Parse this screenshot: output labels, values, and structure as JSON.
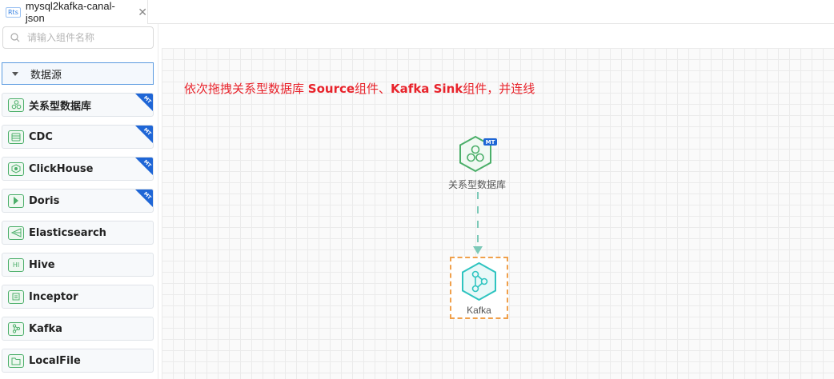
{
  "tab": {
    "badge": "Rts",
    "title": "mysql2kafka-canal-json"
  },
  "sidebar": {
    "search_placeholder": "请输入组件名称",
    "group": {
      "label": "数据源"
    },
    "items": [
      {
        "label": "关系型数据库",
        "badge": "MT",
        "icon": "hexagon-cluster-icon"
      },
      {
        "label": "CDC",
        "badge": "MT",
        "icon": "cdc-icon"
      },
      {
        "label": "ClickHouse",
        "badge": "MT",
        "icon": "clickhouse-icon"
      },
      {
        "label": "Doris",
        "badge": "MT",
        "icon": "doris-icon"
      },
      {
        "label": "Elasticsearch",
        "icon": "elasticsearch-icon"
      },
      {
        "label": "Hive",
        "icon": "hive-icon",
        "icon_text": "HI"
      },
      {
        "label": "Inceptor",
        "icon": "inceptor-icon"
      },
      {
        "label": "Kafka",
        "icon": "kafka-icon"
      },
      {
        "label": "LocalFile",
        "icon": "folder-icon"
      }
    ]
  },
  "canvas": {
    "instruction": {
      "part1": "依次拖拽关系型数据库 ",
      "bold1": "Source",
      "part2": "组件、",
      "bold2": "Kafka Sink",
      "part3": "组件，并连线"
    },
    "nodes": [
      {
        "label": "关系型数据库",
        "badge": "MT",
        "color": "#4caf6a"
      },
      {
        "label": "Kafka",
        "color": "#2ec4c0"
      }
    ],
    "edge_color": "#7cc9b8",
    "selection_color": "#f0a04b"
  },
  "colors": {
    "accent_blue": "#2f7de1",
    "badge_blue": "#1f66d6",
    "text_red": "#e8232b"
  }
}
